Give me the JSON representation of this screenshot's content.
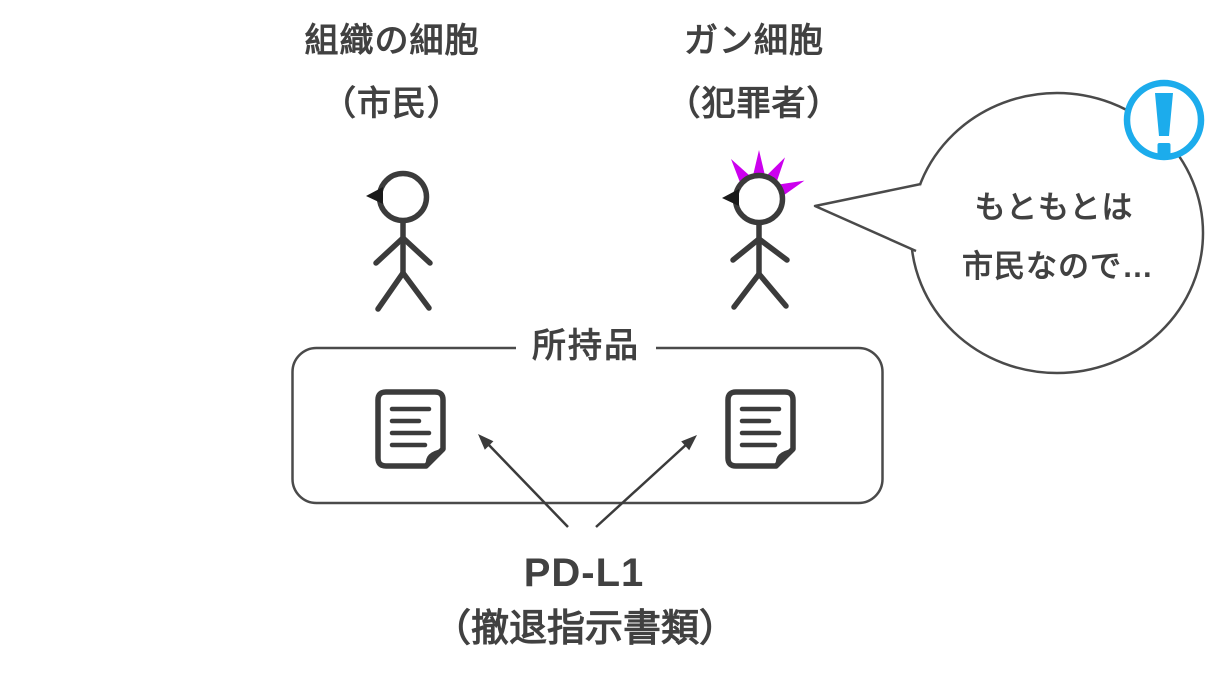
{
  "tissue_cell": {
    "title": "組織の細胞",
    "subtitle": "（市民）"
  },
  "cancer_cell": {
    "title": "ガン細胞",
    "subtitle": "（犯罪者）"
  },
  "speech_bubble": {
    "line1": "もともとは",
    "line2": "市民なので…"
  },
  "belongings_box": {
    "label": "所持品"
  },
  "pdl1": {
    "title": "PD-L1",
    "subtitle": "（撤退指示書類）"
  },
  "icons": {
    "alert": "exclamation-icon",
    "document": "document-icon",
    "spiky_hair": "spiky-hair-icon"
  },
  "colors": {
    "ink": "#414141",
    "figure_stroke": "#3b3b3b",
    "outline": "#4a4a4a",
    "spike_magenta": "#cc00ee",
    "alert_cyan": "#1cacec",
    "background": "#ffffff"
  }
}
